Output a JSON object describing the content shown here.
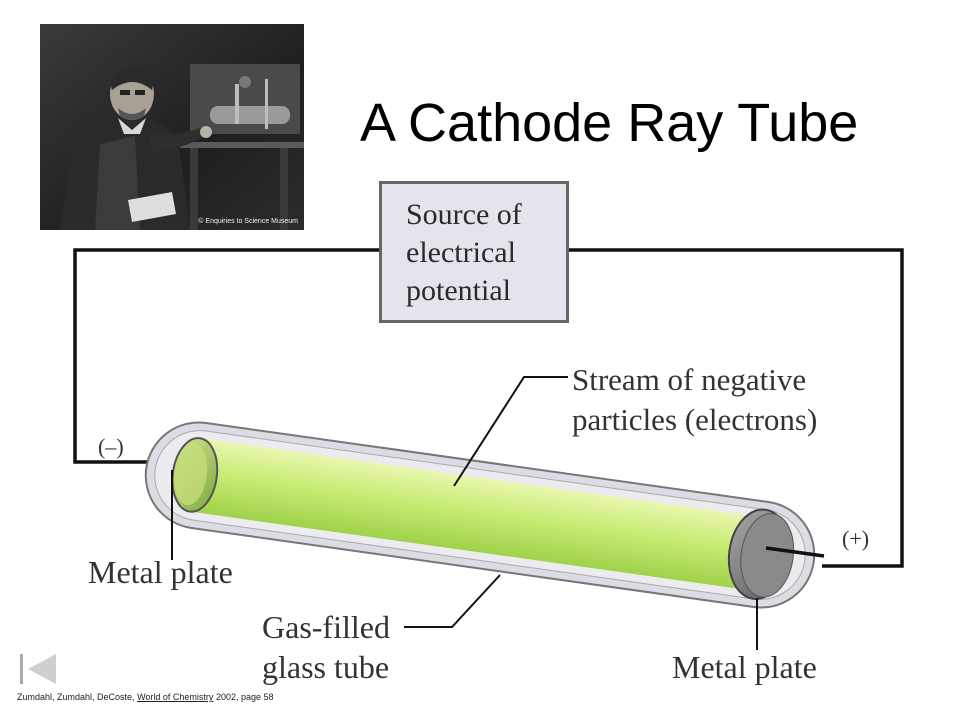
{
  "slide": {
    "title": "A Cathode Ray Tube"
  },
  "photo": {
    "credit": "© Enquiries to Science Museum"
  },
  "diagram": {
    "source_label": "Source of electrical potential",
    "stream_label_line1": "Stream of negative",
    "stream_label_line2": "particles (electrons)",
    "negative_terminal": "(–)",
    "positive_terminal": "(+)",
    "metal_plate_left": "Metal plate",
    "metal_plate_right": "Metal plate",
    "gas_tube_line1": "Gas-filled",
    "gas_tube_line2": "glass tube",
    "colors": {
      "tube_glow": "#c8ec74",
      "box_fill": "#e4e4ec",
      "tube_glass": "#dcdde4"
    }
  },
  "footer": {
    "citation_prefix": "Zumdahl, Zumdahl, DeCoste,",
    "citation_book": "World of Chemistry",
    "citation_suffix": "2002, page 58",
    "nav_icon": "skip-to-start-icon"
  }
}
